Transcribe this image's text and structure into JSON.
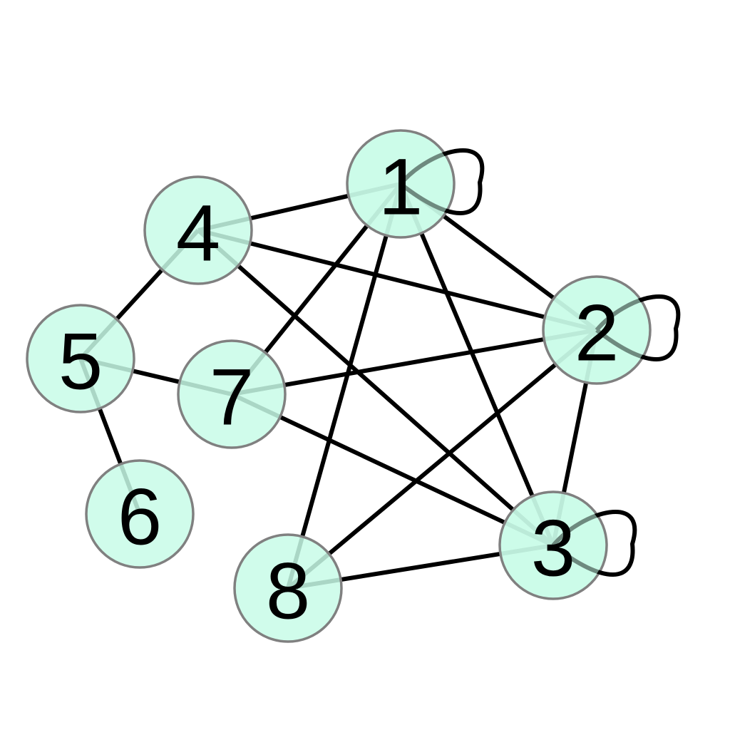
{
  "graph": {
    "directed": false,
    "node_fill": "#c8fbe8",
    "node_stroke": "#808080",
    "edge_color": "#000000",
    "nodes": [
      {
        "id": "1",
        "label": "1"
      },
      {
        "id": "2",
        "label": "2"
      },
      {
        "id": "3",
        "label": "3"
      },
      {
        "id": "4",
        "label": "4"
      },
      {
        "id": "5",
        "label": "5"
      },
      {
        "id": "6",
        "label": "6"
      },
      {
        "id": "7",
        "label": "7"
      },
      {
        "id": "8",
        "label": "8"
      }
    ],
    "edges": [
      {
        "source": "1",
        "target": "1"
      },
      {
        "source": "2",
        "target": "2"
      },
      {
        "source": "3",
        "target": "3"
      },
      {
        "source": "1",
        "target": "4"
      },
      {
        "source": "1",
        "target": "2"
      },
      {
        "source": "1",
        "target": "7"
      },
      {
        "source": "1",
        "target": "8"
      },
      {
        "source": "1",
        "target": "3"
      },
      {
        "source": "4",
        "target": "2"
      },
      {
        "source": "4",
        "target": "3"
      },
      {
        "source": "4",
        "target": "5"
      },
      {
        "source": "2",
        "target": "7"
      },
      {
        "source": "2",
        "target": "8"
      },
      {
        "source": "2",
        "target": "3"
      },
      {
        "source": "5",
        "target": "7"
      },
      {
        "source": "5",
        "target": "6"
      },
      {
        "source": "7",
        "target": "3"
      },
      {
        "source": "8",
        "target": "3"
      }
    ]
  }
}
